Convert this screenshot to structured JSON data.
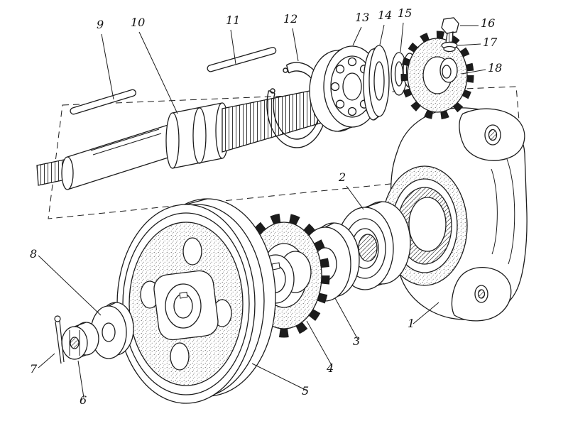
{
  "figure": {
    "background_color": "#ffffff",
    "ink_color": "#1c1c1c",
    "callouts": [
      {
        "label": "1"
      },
      {
        "label": "2"
      },
      {
        "label": "3"
      },
      {
        "label": "4"
      },
      {
        "label": "5"
      },
      {
        "label": "6"
      },
      {
        "label": "7"
      },
      {
        "label": "8"
      },
      {
        "label": "9"
      },
      {
        "label": "10"
      },
      {
        "label": "11"
      },
      {
        "label": "12"
      },
      {
        "label": "13"
      },
      {
        "label": "14"
      },
      {
        "label": "15"
      },
      {
        "label": "16"
      },
      {
        "label": "17"
      },
      {
        "label": "18"
      }
    ]
  }
}
